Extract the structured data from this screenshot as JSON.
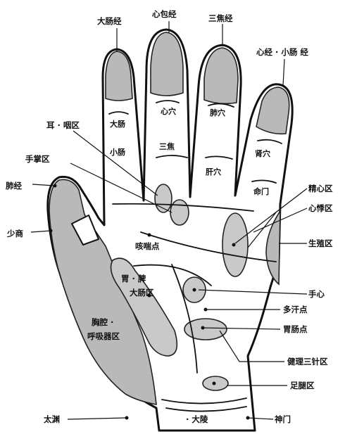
{
  "meridians": {
    "large_intestine": "大肠经",
    "pericardium": "心包经",
    "triple_burner": "三焦经",
    "heart_small_intestine": "心经 · 小肠 经",
    "lung": "肺经"
  },
  "finger_points": {
    "large_intestine": "大肠",
    "small_intestine": "小肠",
    "heart": "心穴",
    "triple_burner": "三焦",
    "lung": "肺穴",
    "liver": "肝穴",
    "kidney": "肾穴",
    "life_gate": "命门"
  },
  "zones": {
    "ear_throat": "耳 · 咽区",
    "palm": "手掌区",
    "shaoshang": "少商",
    "cough_asthma": "咳喘点",
    "stomach_spleen": "胃 · 脾",
    "large_intestine_zone": "大肠区",
    "chest_line1": "胸腔 ·",
    "chest_line2": "呼吸器区",
    "taiyuan": "太渊",
    "daling": "· 大陵",
    "shenmen": "神门",
    "essence_heart": "精心区",
    "palpitation": "心悸区",
    "reproductive": "生殖区",
    "palm_center": "手心",
    "sweat": "多汗点",
    "stomach_intestine": "胃肠点",
    "spleen_three_needle": "健理三针区",
    "foot_calf": "足腿区"
  }
}
